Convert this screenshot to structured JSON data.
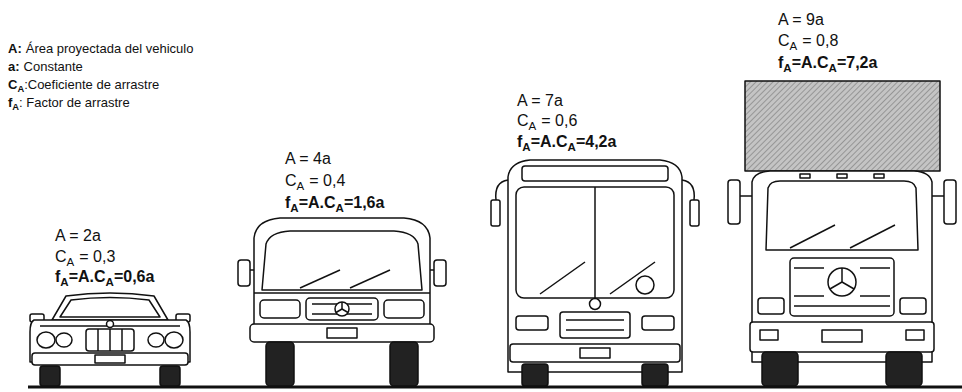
{
  "diagram": {
    "labels": [
      "A:",
      "Área proyectada del vehiculo",
      "a:",
      "Constante",
      "C",
      "A",
      ":Coeficiente de arrastre",
      "f",
      "A",
      ": Factor de arrastre",
      "A = 2a",
      "C",
      "A",
      "= 0,3",
      "f",
      "A",
      "=A.C",
      "A",
      "=0,6a",
      "A = 4a",
      "C",
      "A",
      "= 0,4",
      "f",
      "A",
      "=A.C",
      "A",
      "=1,6a",
      "A = 7a",
      "C",
      "A",
      "= 0,6",
      "f",
      "A",
      "=A.C",
      "A",
      "=4,2a",
      "A = 9a",
      "C",
      "A",
      "= 0,8",
      "f",
      "A",
      "=A.C",
      "A",
      "=7,2a"
    ]
  }
}
